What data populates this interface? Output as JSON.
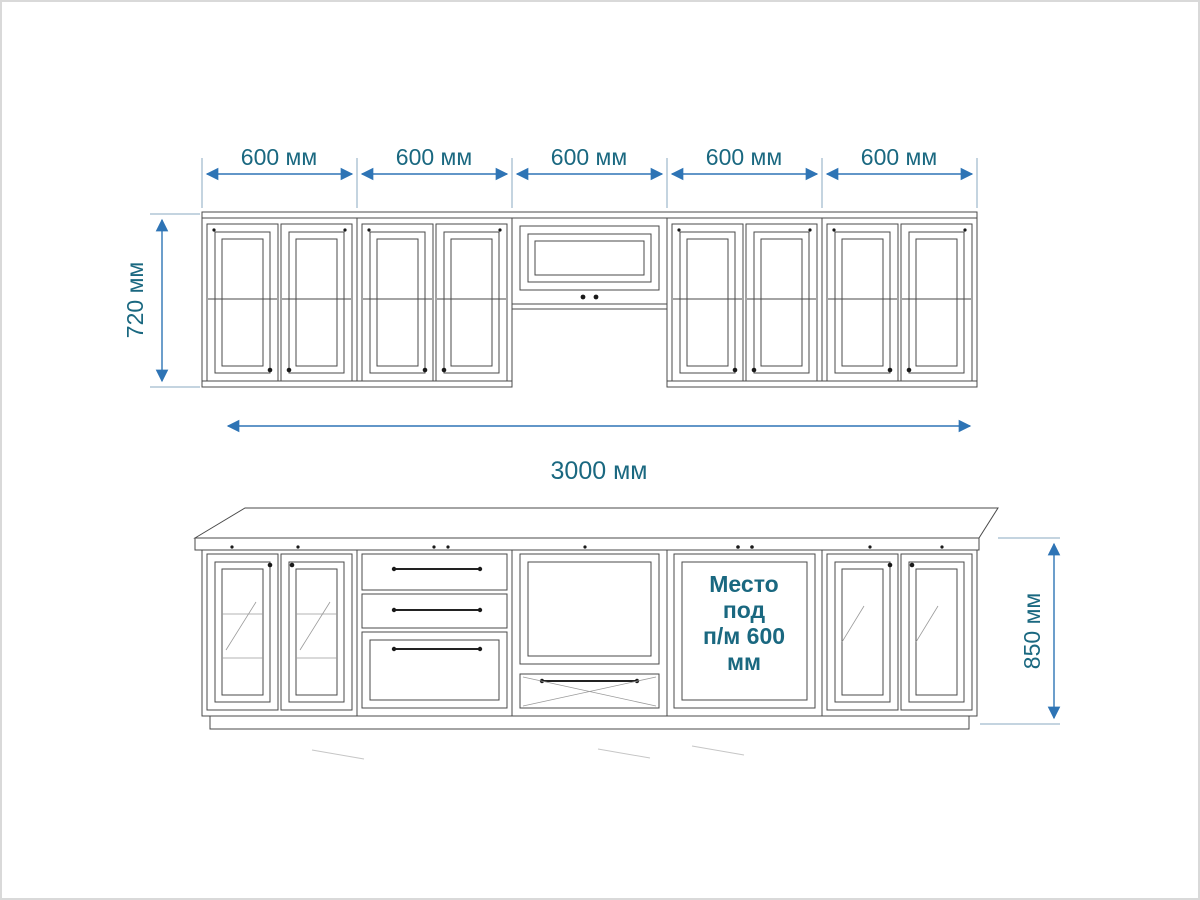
{
  "dimensions": {
    "upper_widths": [
      "600 мм",
      "600 мм",
      "600 мм",
      "600 мм",
      "600 мм"
    ],
    "upper_height": "720 мм",
    "total_width": "3000 мм",
    "lower_height": "850 мм"
  },
  "labels": {
    "dishwasher_space": [
      "Место",
      "под",
      "п/м 600",
      "мм"
    ]
  },
  "colors": {
    "dimension_text": "#1a6880",
    "arrow": "#2e74b5",
    "cabinet_line": "#4a4a4a"
  }
}
